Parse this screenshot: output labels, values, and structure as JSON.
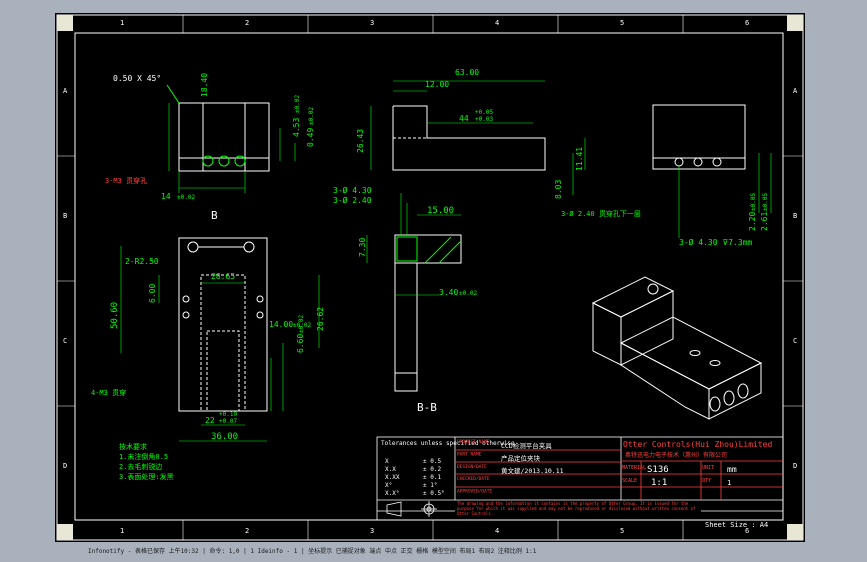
{
  "zones_top": [
    "1",
    "2",
    "3",
    "4",
    "5",
    "6"
  ],
  "zones_side": [
    "A",
    "B",
    "C",
    "D"
  ],
  "views": {
    "front": {
      "chamfer": "0.50 X 45°",
      "height": "18.40",
      "dim_a": "4.53",
      "dim_a_tol": "±0.02",
      "dim_b": "0.49",
      "dim_b_tol": "±0.02",
      "hole_note": "3-M3 贯穿孔",
      "width": "14",
      "width_tol": "±0.02",
      "section_mark": "B"
    },
    "side": {
      "overall": "63.00",
      "top": "12.00",
      "slot": "44",
      "slot_tol_up": "+0.05",
      "slot_tol_dn": "+0.03",
      "height": "26.43",
      "depth_a": "11.41",
      "depth_b": "8.03"
    },
    "rear": {
      "note": "3-Ø 2.40 贯穿孔下一层",
      "dim_a": "2.20",
      "dim_a_tol": "±0.05",
      "dim_b": "2.61",
      "dim_b_tol": "±0.05",
      "hole": "3-Ø 4.30  ⊽7.3mm"
    },
    "plan": {
      "radius": "2-R2.50",
      "w1": "28.65",
      "h1": "6.00",
      "h2": "50.60",
      "h3": "14.00",
      "h3_tol": "±0.02",
      "h4": "6.60",
      "h4_tol": "±0.02",
      "h5": "26.62",
      "holes": "4-M3 贯穿",
      "w2": "22",
      "w2_tol_up": "+0.10",
      "w2_tol_dn": "+0.07",
      "w3": "36.00"
    },
    "section": {
      "hole_a": "3-Ø 4.30",
      "hole_b": "3-Ø 2.40",
      "w": "15.00",
      "h": "7.30",
      "d": "3.40",
      "d_tol": "±0.02",
      "label": "B-B"
    },
    "notes": [
      "技术要求",
      "1.未注倒角0.5",
      "2.去毛刺锐边",
      "3.表面处理:发黑"
    ]
  },
  "title_block": {
    "tolerance_title": "Tolerances unless specified otherwise",
    "tolerances": [
      {
        "k": "X",
        "v": "± 0.5"
      },
      {
        "k": "X.X",
        "v": "± 0.2"
      },
      {
        "k": "X.XX",
        "v": "± 0.1"
      },
      {
        "k": "X°",
        "v": "± 1°"
      },
      {
        "k": "X.X°",
        "v": "± 0.5°"
      }
    ],
    "fields": [
      {
        "label": "PROJECT NAME",
        "value": "CCD检测平台夹具"
      },
      {
        "label": "PART NAME",
        "value": "产品定位夹块"
      },
      {
        "label": "DESIGN/DATE",
        "value": "黄文建/2013.10.11"
      },
      {
        "label": "CHECKED/DATE",
        "value": ""
      },
      {
        "label": "APPROVED/DATE",
        "value": ""
      }
    ],
    "company": "Otter Controls(Hui Zhou)Limited",
    "company_cn": "奥特迅电力电子技术（惠州）有限公司",
    "material_label": "MATERIAL",
    "material": "S136",
    "unit_label": "UNIT",
    "unit": "mm",
    "scale_label": "SCALE",
    "scale": "1:1",
    "qty_label": "QTY",
    "qty": "1",
    "disclaimer": "The drawing and the information it contains is the property of Otter Group. It is issued for the purpose for which it was supplied and may not be reproduced or disclosed without written consent of Otter Controls.",
    "sheet_size": "Sheet Size : A4"
  },
  "status_text": "Infonotify - 表格已保存 上午10:32 | 命令: 1,0 | 1   Ideinfo - 1 | 坐标提示 已捕捉对象 端点 中点 正交 栅格 模型空间 布局1 布局2 注释比例 1:1"
}
